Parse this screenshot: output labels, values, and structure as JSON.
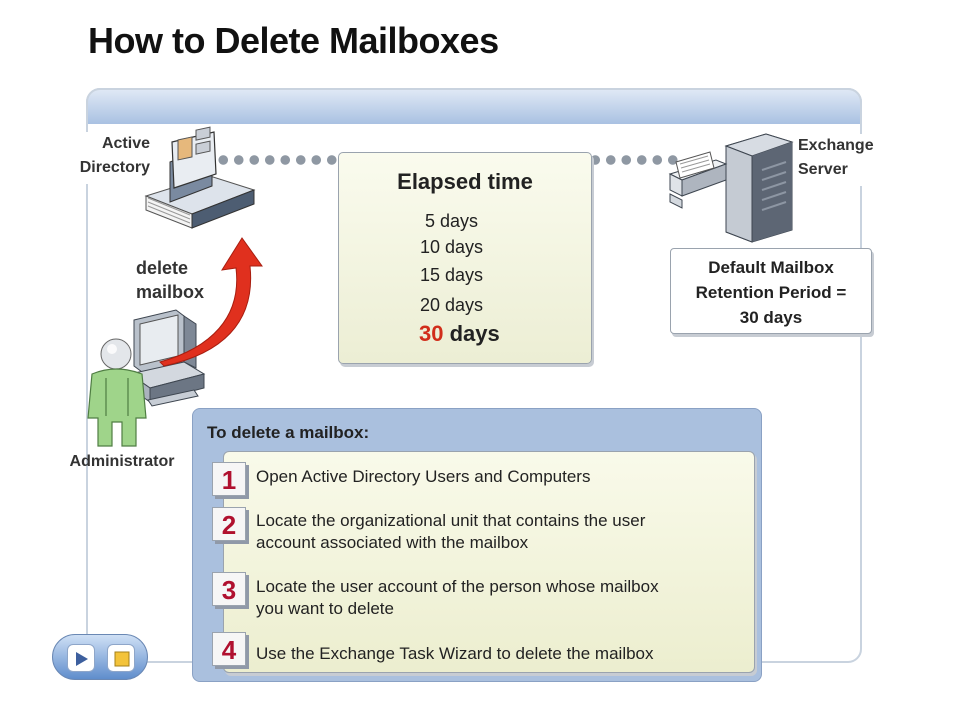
{
  "slide": {
    "title": "How to Delete Mailboxes"
  },
  "active_directory": {
    "line1": "Active",
    "line2": "Directory"
  },
  "exchange_server": {
    "line1": "Exchange",
    "line2": "Server"
  },
  "delete_label": {
    "line1": "delete",
    "line2": "mailbox"
  },
  "administrator_label": "Administrator",
  "elapsed": {
    "title": "Elapsed time",
    "days": [
      "5 days",
      "10 days",
      "15 days",
      "20 days"
    ],
    "final_number": "30",
    "final_unit": " days"
  },
  "retention": {
    "line1": "Default Mailbox",
    "line2": "Retention Period =",
    "line3": "30 days"
  },
  "steps": {
    "heading": "To delete a mailbox:",
    "items": [
      {
        "num": "1",
        "text": "Open Active Directory Users and Computers"
      },
      {
        "num": "2",
        "line1": "Locate the organizational unit that contains the user",
        "line2": "account associated with the mailbox"
      },
      {
        "num": "3",
        "line1": "Locate the user account of the person whose mailbox",
        "line2": "you want to delete"
      },
      {
        "num": "4",
        "text": "Use the Exchange Task Wizard to delete the mailbox"
      }
    ]
  },
  "colors": {
    "accent_red": "#d12d1a",
    "step_number": "#b0102f",
    "panel_blue": "#aac0de"
  },
  "icons": [
    "address-book-icon",
    "server-icon",
    "computer-icon",
    "user-icon",
    "arrow-icon",
    "play-icon",
    "stop-icon"
  ]
}
